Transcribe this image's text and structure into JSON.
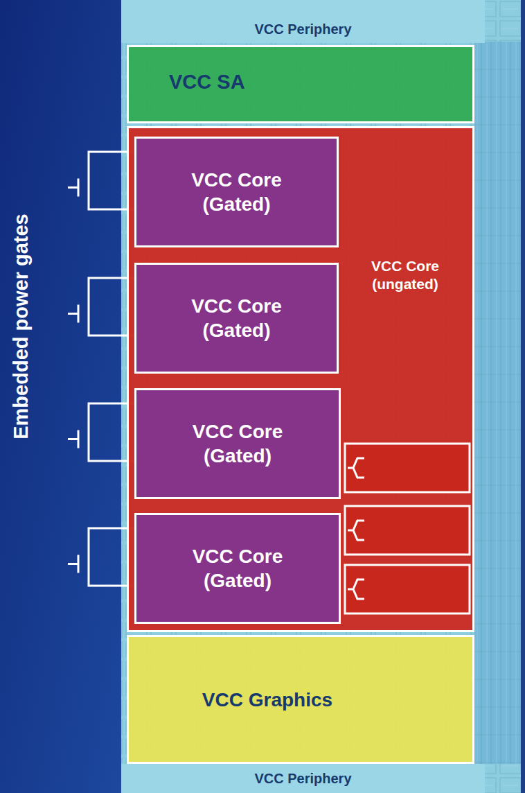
{
  "diagram": {
    "nodes": [
      {
        "text": [
          "VCC Periphery"
        ]
      },
      {
        "text": [
          "VCC SA"
        ]
      },
      {
        "text": [
          "VCC Core (ungated)"
        ]
      },
      {
        "text": [
          "VCC Core (Gated)"
        ],
        "in": 2
      },
      {
        "text": [
          "VCC Core (Gated)"
        ],
        "in": 2
      },
      {
        "text": [
          "VCC Core (Gated)"
        ],
        "in": 2
      },
      {
        "text": [
          "VCC Core (Gated)"
        ],
        "in": 2
      },
      {
        "text": [
          "VCC Graphics"
        ]
      },
      {
        "text": [
          "VCC Periphery"
        ]
      }
    ],
    "labels": [
      "Embedded power gates"
    ]
  }
}
